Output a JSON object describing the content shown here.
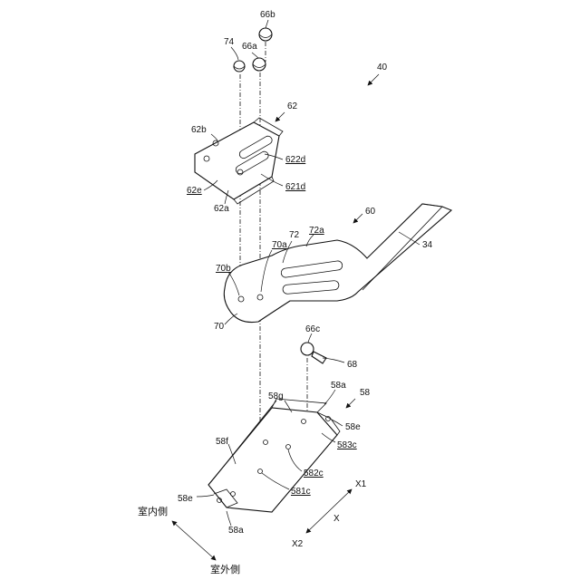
{
  "labels": {
    "l74": "74",
    "l66b": "66b",
    "l66a": "66a",
    "l40": "40",
    "l62": "62",
    "l62b": "62b",
    "l622d": "622d",
    "l621d": "621d",
    "l62e": "62e",
    "l62a": "62a",
    "l60": "60",
    "l72": "72",
    "l72a": "72a",
    "l70a": "70a",
    "l34": "34",
    "l70b": "70b",
    "l70": "70",
    "l66c": "66c",
    "l68": "68",
    "l58a_top": "58a",
    "l58": "58",
    "l58g": "58g",
    "l58e_right": "58e",
    "l583c": "583c",
    "l58f": "58f",
    "l582c": "582c",
    "l581c": "581c",
    "l58e_left": "58e",
    "l58a_bottom": "58a"
  },
  "orientation": {
    "inside": "室内側",
    "outside": "室外側",
    "x1": "X1",
    "x": "X",
    "x2": "X2"
  },
  "colors": {
    "line": "#111111",
    "background": "#ffffff"
  }
}
